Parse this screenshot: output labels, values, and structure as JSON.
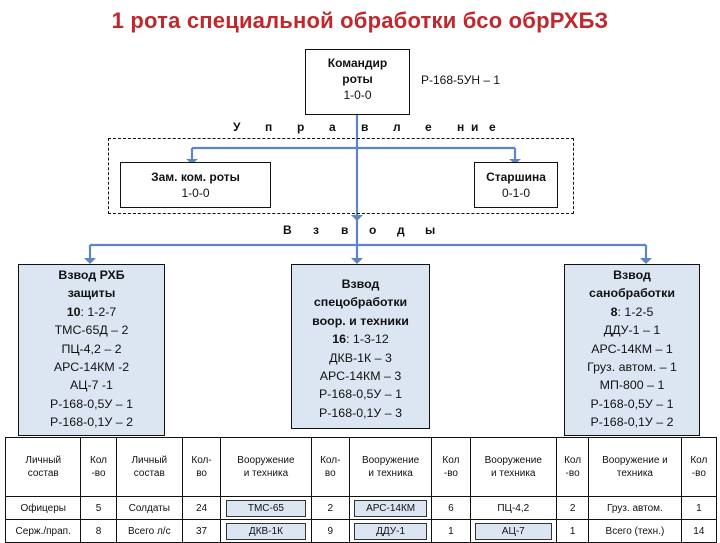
{
  "title": "1 рота специальной обработки бсо обрРХБЗ",
  "commander": {
    "line1": "Командир",
    "line2": "роты",
    "staff": "1-0-0",
    "radio": "Р-168-5УН – 1"
  },
  "management_label": [
    "У",
    "п",
    "р",
    "а",
    "в",
    "л",
    "е",
    "н",
    "и",
    "е"
  ],
  "deputy": {
    "title": "Зам. ком. роты",
    "staff": "1-0-0"
  },
  "sergeant": {
    "title": "Старшина",
    "staff": "0-1-0"
  },
  "platoons_label": [
    "В",
    "з",
    "в",
    "о",
    "д",
    "ы"
  ],
  "platoons": [
    {
      "title1": "Взвод РХБ",
      "title2": "защиты",
      "count": "10",
      "staff": ": 1-2-7",
      "items": [
        "ТМС-65Д – 2",
        "ПЦ-4,2 – 2",
        "АРС-14КМ -2",
        "АЦ-7 -1",
        "Р-168-0,5У – 1",
        "Р-168-0,1У – 2"
      ]
    },
    {
      "title1": "Взвод",
      "title2": "спецобработки",
      "title3": "воор. и техники",
      "count": "16",
      "staff": ": 1-3-12",
      "items": [
        "ДКВ-1К – 3",
        "АРС-14КМ – 3",
        "Р-168-0,5У – 1",
        "Р-168-0,1У – 3"
      ]
    },
    {
      "title1": "Взвод",
      "title2": "санобработки",
      "count": "8",
      "staff": ": 1-2-5",
      "items": [
        "ДДУ-1 – 1",
        "АРС-14КМ – 1",
        "Груз. автом. – 1",
        "МП-800 – 1",
        "Р-168-0,5У – 1",
        "Р-168-0,1У – 2"
      ]
    }
  ],
  "table": {
    "headers": [
      [
        "Личный",
        "состав"
      ],
      [
        "Кол",
        "-во"
      ],
      [
        "Личный",
        "состав"
      ],
      [
        "Кол-",
        "во"
      ],
      [
        "Вооружение",
        "и техника"
      ],
      [
        "Кол-",
        "во"
      ],
      [
        "Вооружение",
        "и техника"
      ],
      [
        "Кол",
        "-во"
      ],
      [
        "Вооружение",
        "и техника"
      ],
      [
        "Кол",
        "-во"
      ],
      [
        "Вооружение и",
        "техника"
      ],
      [
        "Кол",
        "-во"
      ]
    ],
    "rows": [
      [
        "Офицеры",
        "5",
        "Солдаты",
        "24",
        "ТМС-65",
        "2",
        "АРС-14КМ",
        "6",
        "ПЦ-4,2",
        "2",
        "Груз. автом.",
        "1"
      ],
      [
        "Серж./прап.",
        "8",
        "Всего л/с",
        "37",
        "ДКВ-1К",
        "9",
        "ДДУ-1",
        "1",
        "АЦ-7",
        "1",
        "Всего (техн.)",
        "14"
      ]
    ]
  },
  "colors": {
    "title": "#c0282d",
    "connector": "#5b86c0",
    "platoon_fill": "#dce6f2"
  }
}
